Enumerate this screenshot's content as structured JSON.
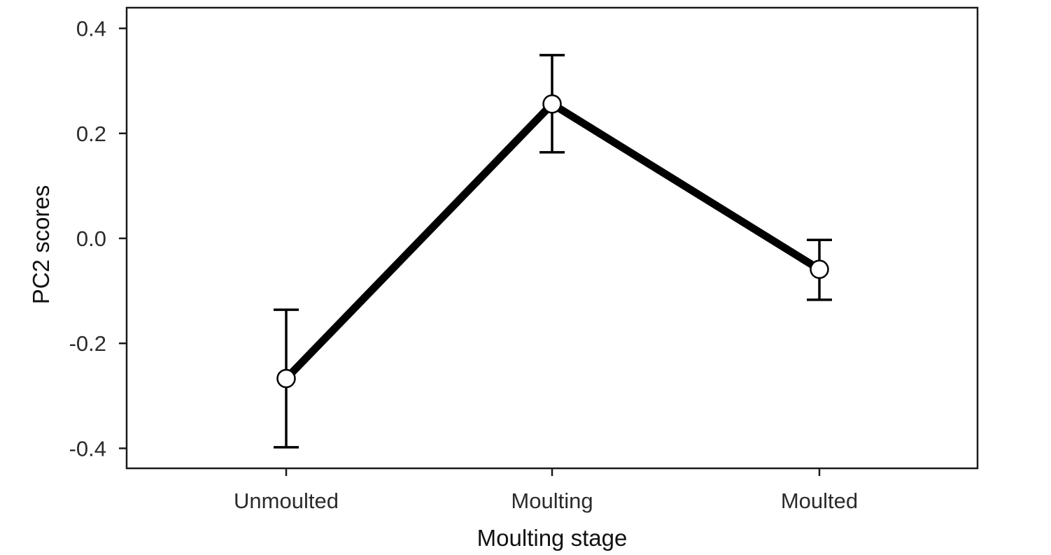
{
  "chart_data": {
    "type": "line",
    "title": "",
    "xlabel": "Moulting stage",
    "ylabel": "PC2 scores",
    "categories": [
      "Unmoulted",
      "Moulting",
      "Moulted"
    ],
    "series": [
      {
        "values": [
          -0.267,
          0.256,
          -0.059
        ],
        "error_low": [
          -0.398,
          0.164,
          -0.117
        ],
        "error_high": [
          -0.136,
          0.349,
          -0.003
        ],
        "line_color": "#000000",
        "marker": "open-circle",
        "marker_fill": "#ffffff"
      }
    ],
    "ylim": [
      -0.44,
      0.44
    ],
    "yticks": [
      -0.4,
      -0.2,
      0.0,
      0.2,
      0.4
    ],
    "ytick_labels": [
      "-0.4",
      "-0.2",
      "0.0",
      "0.2",
      "0.4"
    ],
    "grid": false,
    "legend": "none"
  }
}
